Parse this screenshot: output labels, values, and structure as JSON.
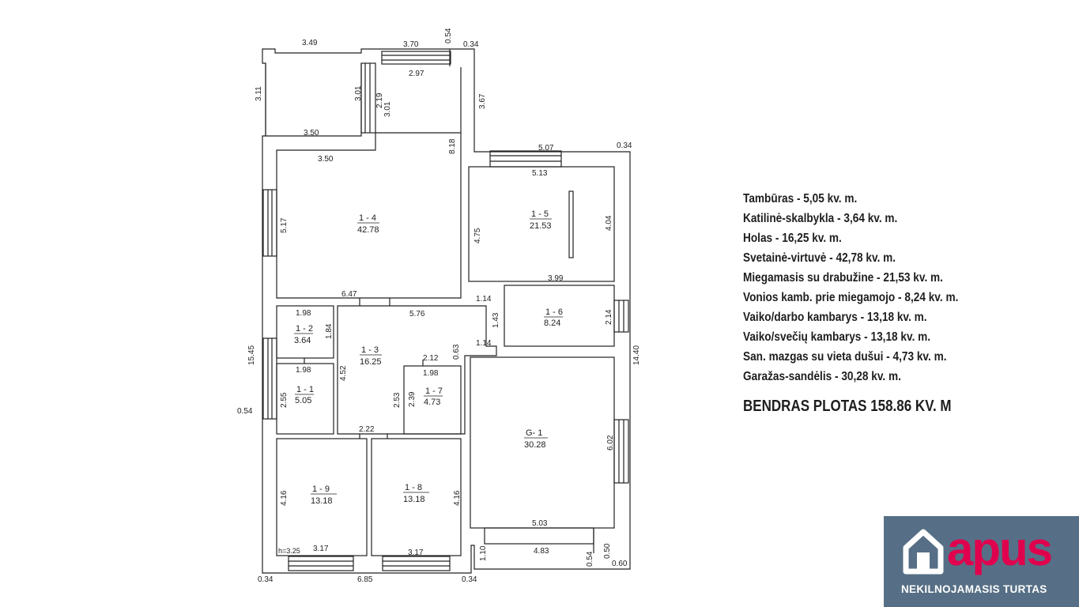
{
  "plan": {
    "dims": [
      "3.49",
      "3.70",
      "0.54",
      "0.34",
      "3.11",
      "2.97",
      "3.01",
      "2.19",
      "3.01",
      "3.67",
      "3.50",
      "3.50",
      "8.18",
      "5.07",
      "0.34",
      "5.13",
      "5.17",
      "4.75",
      "4.04",
      "6.47",
      "3.99",
      "1.14",
      "1.98",
      "5.76",
      "1.43",
      "2.14",
      "1.84",
      "1.14",
      "15.45",
      "2.12",
      "0.63",
      "14.40",
      "1.98",
      "4.52",
      "1.98",
      "2.55",
      "2.53",
      "2.39",
      "0.54",
      "6.02",
      "2.22",
      "4.16",
      "4.16",
      "5.03",
      "4.83",
      "h=3.25",
      "3.17",
      "3.17",
      "1.10",
      "0.54",
      "0.50",
      "0.60",
      "0.34",
      "6.85",
      "0.34"
    ],
    "rooms": [
      {
        "id": "1 - 4",
        "area": "42.78"
      },
      {
        "id": "1 - 5",
        "area": "21.53"
      },
      {
        "id": "1 - 6",
        "area": "8.24"
      },
      {
        "id": "1 - 2",
        "area": "3.64"
      },
      {
        "id": "1 - 3",
        "area": "16.25"
      },
      {
        "id": "1 - 1",
        "area": "5.05"
      },
      {
        "id": "1 - 7",
        "area": "4.73"
      },
      {
        "id": "G- 1",
        "area": "30.28"
      },
      {
        "id": "1 - 9",
        "area": "13.18"
      },
      {
        "id": "1 - 8",
        "area": "13.18"
      }
    ]
  },
  "legend": {
    "items": [
      "Tambūras - 5,05 kv. m.",
      "Katilinė-skalbykla - 3,64 kv. m.",
      "Holas - 16,25 kv. m.",
      "Svetainė-virtuvė - 42,78 kv. m.",
      "Miegamasis su drabužine - 21,53 kv. m.",
      "Vonios kamb. prie miegamojo - 8,24 kv. m.",
      "Vaiko/darbo kambarys - 13,18 kv. m.",
      "Vaiko/svečių kambarys - 13,18 kv. m.",
      "San. mazgas su vieta dušui - 4,73 kv. m.",
      "Garažas-sandėlis - 30,28 kv. m."
    ],
    "total": "BENDRAS PLOTAS 158.86 KV. M"
  },
  "brand": {
    "word": "apus",
    "tagline": "NEKILNOJAMASIS TURTAS",
    "color_accent": "#e0004d",
    "color_bg": "#566f86"
  }
}
